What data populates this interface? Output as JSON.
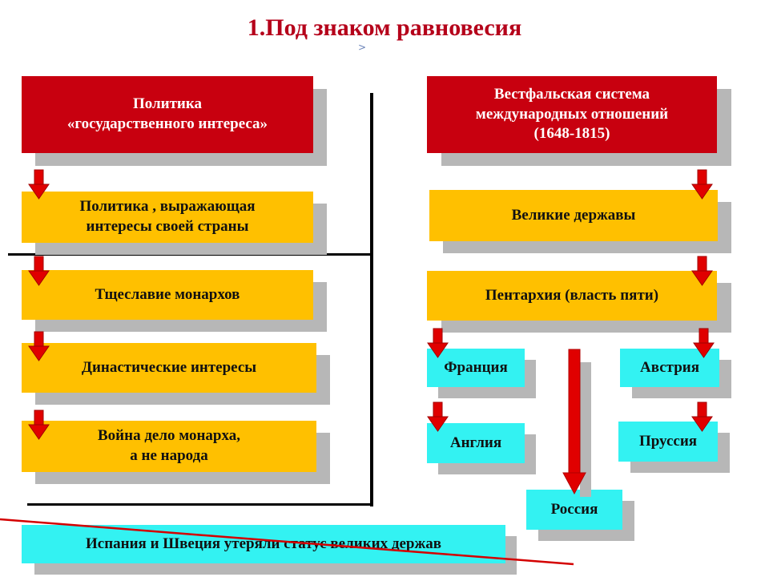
{
  "title": "1.Под знаком равновесия",
  "left_column": {
    "header": {
      "line1": "Политика",
      "line2": "«государственного интереса»"
    },
    "items": [
      {
        "line1": "Политика , выражающая",
        "line2": "интересы своей страны"
      },
      {
        "line1": "Тщеславие монархов"
      },
      {
        "line1": "Династические интересы"
      },
      {
        "line1": "Война дело монарха,",
        "line2": "а не народа"
      }
    ]
  },
  "right_column": {
    "header": {
      "line1": "Вестфальская система",
      "line2": "международных отношений",
      "line3": "(1648-1815)"
    },
    "items": [
      {
        "line1": "Великие державы"
      },
      {
        "line1": "Пентархия (власть пяти)"
      }
    ],
    "powers": {
      "france": "Франция",
      "austria": "Австрия",
      "england": "Англия",
      "prussia": "Пруссия",
      "russia": "Россия"
    }
  },
  "footer": "Испания и Швеция утеряли статус великих держав",
  "colors": {
    "red": "#c8000f",
    "yellow": "#ffc000",
    "cyan": "#33f2f2",
    "shadow": "#b7b7b7",
    "title": "#b5001a",
    "arrow": "#e00000"
  }
}
